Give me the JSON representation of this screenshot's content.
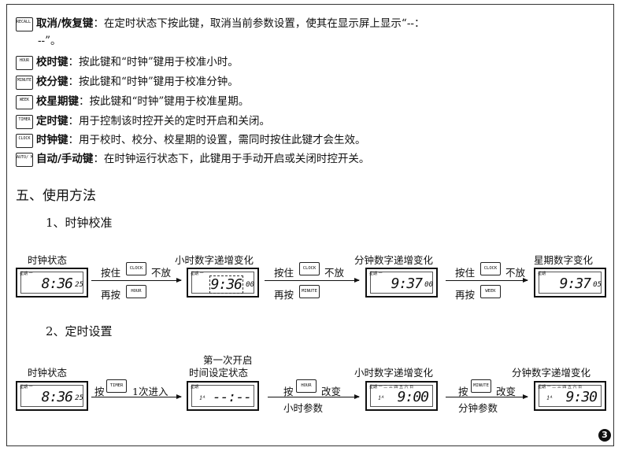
{
  "keys": [
    {
      "icon": "RECALL RESET",
      "name": "取消/恢复键",
      "desc": "：在定时状态下按此键，取消当前参数设置，使其在显示屏上显示“--：",
      "desc2": "--”。"
    },
    {
      "icon": "HOUR",
      "name": "校时键",
      "desc": "：按此键和“时钟”键用于校准小时。"
    },
    {
      "icon": "MINUTE",
      "name": "校分键",
      "desc": "：按此键和“时钟”键用于校准分钟。"
    },
    {
      "icon": "WEEK",
      "name": "校星期键",
      "desc": "：按此键和“时钟”键用于校准星期。"
    },
    {
      "icon": "TIMER",
      "name": "定时键",
      "desc": "：用于控制该时控开关的定时开启和关闭。"
    },
    {
      "icon": "CLOCK",
      "name": "时钟键",
      "desc": "：用于校时、校分、校星期的设置，需同时按住此键才会生效。"
    },
    {
      "icon": "AUTO/ MANU",
      "name": "自动/手动键",
      "desc": "：在时钟运行状态下，此键用于手动开启或关闭时控开关。"
    }
  ],
  "section_title": "五、使用方法",
  "sub1": {
    "title": "1、时钟校准",
    "state_labels": [
      "时钟状态",
      "小时数字递增变化",
      "分钟数字递增变化",
      "星期数字变化"
    ],
    "lcds": [
      {
        "top": "星期 一",
        "digits": "8:36",
        "sec": "25"
      },
      {
        "top": "星期 一",
        "digits": "9:36",
        "sec": "00"
      },
      {
        "top": "星期 一",
        "digits": "9:37",
        "sec": "00"
      },
      {
        "top": "星期",
        "digits": "9:37",
        "sec": "05"
      }
    ],
    "steps": [
      {
        "press": "按住",
        "key1": "CLOCK",
        "hold": "不放",
        "again": "再按",
        "key2": "HOUR"
      },
      {
        "press": "按住",
        "key1": "CLOCK",
        "hold": "不放",
        "again": "再按",
        "key2": "MINUTE"
      },
      {
        "press": "按住",
        "key1": "CLOCK",
        "hold": "不放",
        "again": "再按",
        "key2": "WEEK"
      }
    ]
  },
  "sub2": {
    "title": "2、定时设置",
    "state_labels": [
      "时钟状态",
      "第一次开启",
      "时间设定状态",
      "小时数字递增变化",
      "分钟数字递增变化"
    ],
    "lcds": [
      {
        "top": "星期 一",
        "digits": "8:36",
        "sec": "25",
        "t": ""
      },
      {
        "top": "星期",
        "digits": "--:--",
        "sec": "",
        "t": "1ᴬ"
      },
      {
        "top": "星期 一 二 三 四 五 六 日",
        "digits": "9:00",
        "sec": "",
        "t": "1ᴬ"
      },
      {
        "top": "星期 一 二 三 四 五 六 日",
        "digits": "9:30",
        "sec": "",
        "t": "1ᴬ"
      }
    ],
    "steps": [
      {
        "press": "按",
        "key": "TIMER",
        "after": "1次进入",
        "below": ""
      },
      {
        "press": "按",
        "key": "HOUR",
        "after": "改变",
        "below": "小时参数"
      },
      {
        "press": "按",
        "key": "MINUTE",
        "after": "改变",
        "below": "分钟参数"
      }
    ]
  },
  "page_number": "3"
}
